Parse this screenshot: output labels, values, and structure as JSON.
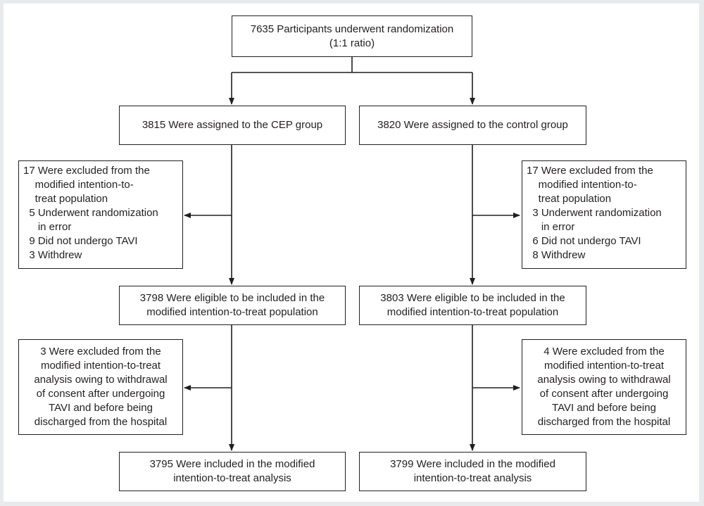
{
  "randomization": {
    "line1": "7635 Participants underwent randomization",
    "line2": "(1:1 ratio)"
  },
  "cep": {
    "assigned": "3815 Were assigned to the CEP group",
    "excluded_mitt": [
      "17 Were excluded from the",
      "    modified intention-to-",
      "    treat population",
      "  5 Underwent randomization",
      "     in error",
      "  9 Did not undergo TAVI",
      "  3 Withdrew"
    ],
    "eligible": [
      "3798 Were eligible to be included in the",
      "modified intention-to-treat population"
    ],
    "excluded_analysis": [
      "3 Were excluded from the",
      "modified intention-to-treat",
      "analysis owing to withdrawal",
      "of consent after undergoing",
      "TAVI and before being",
      "discharged from the hospital"
    ],
    "included": [
      "3795 Were included in the modified",
      "intention-to-treat analysis"
    ]
  },
  "control": {
    "assigned": "3820 Were assigned to the control group",
    "excluded_mitt": [
      "17 Were excluded from the",
      "    modified intention-to-",
      "    treat population",
      "  3 Underwent randomization",
      "     in error",
      "  6 Did not undergo TAVI",
      "  8 Withdrew"
    ],
    "eligible": [
      "3803 Were eligible to be included in the",
      "modified intention-to-treat population"
    ],
    "excluded_analysis": [
      "4 Were excluded from the",
      "modified intention-to-treat",
      "analysis owing to withdrawal",
      "of consent after undergoing",
      "TAVI and before being",
      "discharged from the hospital"
    ],
    "included": [
      "3799 Were included in the modified",
      "intention-to-treat analysis"
    ]
  },
  "colors": {
    "line": "#231f20",
    "background": "#ffffff",
    "frame": "#e9eaec"
  }
}
